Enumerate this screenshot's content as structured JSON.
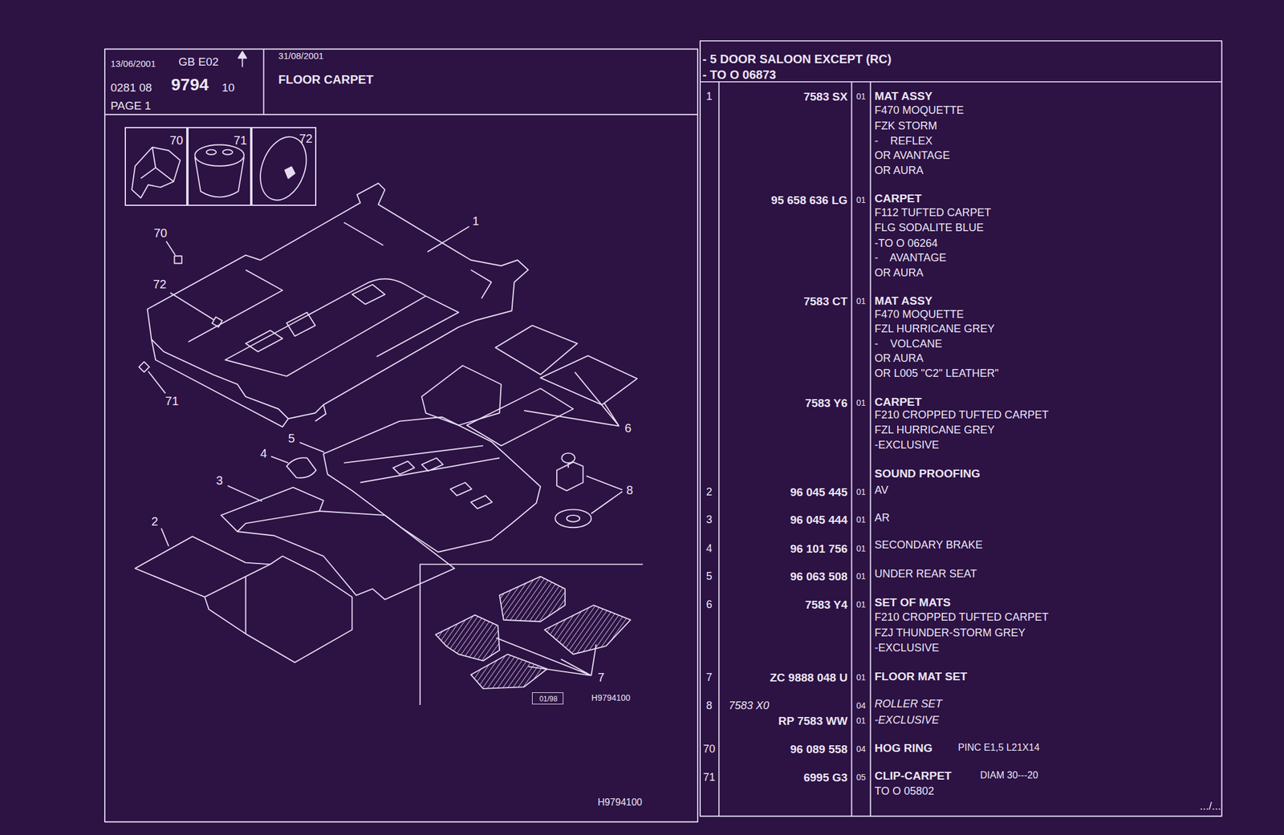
{
  "diagram": {
    "nodes": [
      {
        "text": [
          "13/06/2001",
          "GB E02",
          "0281 08",
          "9794",
          "10",
          "PAGE 1"
        ]
      },
      {
        "text": [
          "31/08/2001",
          "FLOOR CARPET"
        ]
      },
      {
        "text": [
          "- 5 DOOR SALOON EXCEPT (RC)",
          "- TO O 06873"
        ]
      },
      {
        "text": [
          "70"
        ]
      },
      {
        "text": [
          "71"
        ]
      },
      {
        "text": [
          "72"
        ]
      },
      {
        "text": [
          "01/98"
        ]
      }
    ],
    "labels": [
      "70",
      "72",
      "71",
      "1",
      "5",
      "4",
      "3",
      "2",
      "6",
      "8",
      "7",
      "H9794100",
      "H9794100",
      "1",
      "7583 SX",
      "01",
      "MAT ASSY",
      "F470 MOQUETTE",
      "FZK STORM",
      "-    REFLEX",
      "OR AVANTAGE",
      "OR AURA",
      "95 658 636 LG",
      "01",
      "CARPET",
      "F112 TUFTED CARPET",
      "FLG SODALITE BLUE",
      "-TO O 06264",
      "-    AVANTAGE",
      "OR AURA",
      "7583 CT",
      "01",
      "MAT ASSY",
      "F470 MOQUETTE",
      "FZL HURRICANE GREY",
      "-    VOLCANE",
      "OR AURA",
      "OR L005 \"C2\" LEATHER\"",
      "7583 Y6",
      "01",
      "CARPET",
      "F210 CROPPED TUFTED CARPET",
      "FZL HURRICANE GREY",
      "-EXCLUSIVE",
      "SOUND PROOFING",
      "2",
      "96 045 445",
      "01",
      "AV",
      "3",
      "96 045 444",
      "01",
      "AR",
      "4",
      "96 101 756",
      "01",
      "SECONDARY BRAKE",
      "5",
      "96 063 508",
      "01",
      "UNDER REAR SEAT",
      "6",
      "7583 Y4",
      "01",
      "SET OF MATS",
      "F210 CROPPED TUFTED CARPET",
      "FZJ THUNDER-STORM GREY",
      "-EXCLUSIVE",
      "7",
      "ZC 9888 048 U",
      "01",
      "FLOOR MAT SET",
      "8",
      "7583 X0",
      "04",
      "ROLLER SET",
      "RP 7583 WW",
      "01",
      "-EXCLUSIVE",
      "70",
      "96 089 558",
      "04",
      "HOG RING",
      "PINC E1,5 L21X14",
      "71",
      "6995 G3",
      "05",
      "CLIP-CARPET",
      "DIAM 30---20",
      "TO O 05802",
      ".../..."
    ]
  }
}
